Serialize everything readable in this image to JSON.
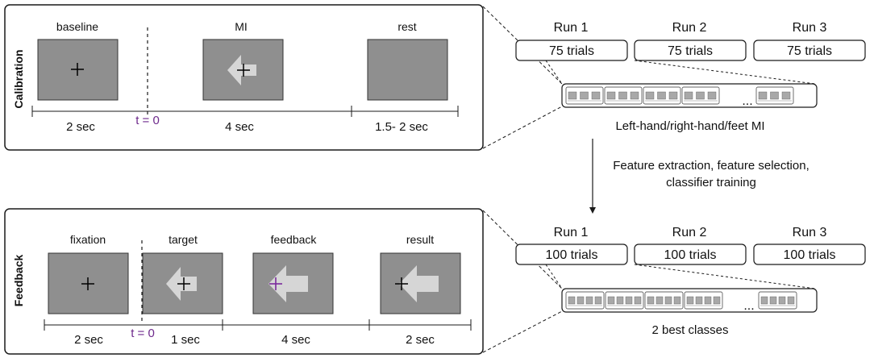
{
  "calibration": {
    "side_label": "Calibration",
    "phases": [
      "baseline",
      "MI",
      "rest"
    ],
    "durations": [
      "2 sec",
      "4 sec",
      "1.5- 2 sec"
    ],
    "t_zero": "t = 0",
    "runs": [
      {
        "label": "Run 1",
        "trials": "75 trials"
      },
      {
        "label": "Run 2",
        "trials": "75 trials"
      },
      {
        "label": "Run 3",
        "trials": "75 trials"
      }
    ],
    "ellipsis": "...",
    "caption": "Left-hand/right-hand/feet MI"
  },
  "process": {
    "line1": "Feature extraction, feature selection,",
    "line2": "classifier training"
  },
  "feedback": {
    "side_label": "Feedback",
    "phases": [
      "fixation",
      "target",
      "feedback",
      "result"
    ],
    "durations": [
      "2 sec",
      "1 sec",
      "4 sec",
      "2 sec"
    ],
    "t_zero": "t = 0",
    "runs": [
      {
        "label": "Run 1",
        "trials": "100 trials"
      },
      {
        "label": "Run 2",
        "trials": "100 trials"
      },
      {
        "label": "Run 3",
        "trials": "100 trials"
      }
    ],
    "ellipsis": "...",
    "caption": "2 best classes"
  },
  "colors": {
    "screen": "#8f8f8f",
    "arrow": "#d6d6d6",
    "accent": "#7b2a9c",
    "border": "#1a1a1a"
  }
}
